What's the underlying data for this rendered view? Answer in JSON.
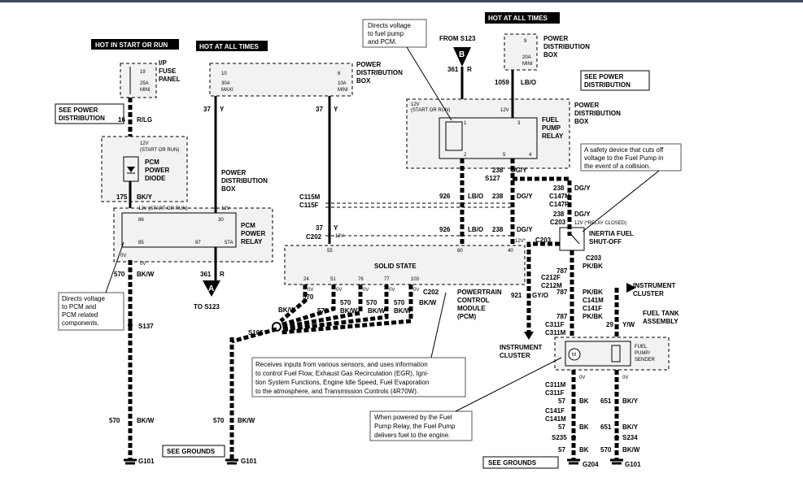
{
  "headers": {
    "hot_start_run": "HOT IN START OR RUN",
    "hot_all_times_left": "HOT AT ALL TIMES",
    "hot_all_times_right": "HOT AT ALL TIMES"
  },
  "fuses": {
    "ip_fuse": {
      "num": "19",
      "rating": "25A",
      "type": "MINI",
      "label1": "I/P",
      "label2": "FUSE",
      "label3": "PANEL"
    },
    "maxi": {
      "num": "10",
      "rating": "30A",
      "type": "MAXI"
    },
    "mini6": {
      "num": "6",
      "rating": "10A",
      "type": "MINI"
    },
    "mini9": {
      "num": "9",
      "rating": "20A",
      "type": "MINI"
    },
    "pdb_label1": "POWER",
    "pdb_label2": "DISTRIBUTION",
    "pdb_label3": "BOX"
  },
  "see_power_left": [
    "SEE POWER",
    "DISTRIBUTION"
  ],
  "see_power_right": [
    "SEE POWER",
    "DISTRIBUTION"
  ],
  "wires": {
    "w16": "16",
    "w16c": "R/LG",
    "w37a": "37",
    "w37ac": "Y",
    "w37b": "37",
    "w37bc": "Y",
    "w175": "175",
    "w175c": "BK/Y",
    "w361a": "361",
    "w361ac": "R",
    "w361b": "361",
    "w361bc": "R",
    "w570a": "570",
    "w570ac": "BK/W",
    "w570b": "570",
    "w570bc": "BK/W",
    "w570c": "570",
    "w570cc": "BK/W",
    "w1059": "1059",
    "w1059c": "LB/O",
    "w238a": "238",
    "w238ac": "DG/Y",
    "w238b": "238",
    "w238bc": "DG/Y",
    "w238c": "238",
    "w238cc": "DG/Y",
    "w238d": "238",
    "w238dc": "DG/Y",
    "w238e": "238",
    "w238ec": "DG/Y",
    "w238f": "238",
    "w238fc": "DG/Y",
    "w926a": "926",
    "w926ac": "LB/O",
    "w926b": "926",
    "w926bc": "LB/O",
    "w37c": "37",
    "w37cc": "Y",
    "w921": "921",
    "w921c": "GY/O",
    "w787a": "787",
    "w787ac": "PK/BK",
    "w787b": "787",
    "w787bc": "PK/BK",
    "w787c": "787",
    "w787cc": "PK/BK",
    "w29": "29",
    "w29c": "Y/W",
    "w57a": "57",
    "w57ac": "BK",
    "w57b": "57",
    "w57bc": "BK",
    "w57c": "57",
    "w57cc": "BK",
    "w651a": "651",
    "w651ac": "BK/Y",
    "w651b": "651",
    "w651bc": "BK/Y",
    "w570d": "570",
    "w570dc": "BK/W",
    "w570e": "570",
    "w570ec": "BK/W"
  },
  "pcm_relay": {
    "title1": "PCM",
    "title2": "POWER",
    "title3": "RELAY",
    "p86": "86",
    "p30": "30",
    "p85": "85",
    "p87": "87",
    "p57a": "57A",
    "v12": "12V (START OR RUN)",
    "v12b": "12V",
    "v0a": "0V",
    "v0b": "0V"
  },
  "pcm_diode": {
    "t1": "PCM",
    "t2": "POWER",
    "t3": "DIODE",
    "v12": "12V",
    "v12s": "(START OR RUN)"
  },
  "fuel_relay": {
    "t1": "FUEL",
    "t2": "PUMP",
    "t3": "RELAY",
    "v12": "12V",
    "v12s": "(START OR RUN)",
    "v12b": "12V",
    "p1": "1",
    "p2": "2",
    "p3": "3",
    "p4": "4",
    "p5": "5"
  },
  "connectors": {
    "from_s123": "FROM S123",
    "b": "B",
    "a": "A",
    "to_s123": "TO S123",
    "c115m": "C115M",
    "c115f": "C115F",
    "c202a": "C202",
    "c202b": "C202",
    "s127": "S127",
    "c147m": "C147M",
    "c147f": "C147F",
    "c203a": "C203",
    "c203b": "C203",
    "c203c": "C203",
    "c212f": "C212F",
    "c212m": "C212M",
    "c141m": "C141M",
    "c141f": "C141F",
    "c311f": "C311F",
    "c311m": "C311M",
    "c311m2": "C311M",
    "c311f2": "C311F",
    "c141f2": "C141F",
    "c141m2": "C141M",
    "s235": "S235",
    "s234": "S234",
    "s137": "S137",
    "s105": "S105",
    "g101a": "G101",
    "g101b": "G101",
    "g204": "G204",
    "g101c": "G101",
    "v12_relay_closed": "12V (*RELAY CLOSED)",
    "v12star": "12V*",
    "v12c": "12V"
  },
  "pcm": {
    "title": "SOLID STATE",
    "p55": "55",
    "p80": "80",
    "p40": "40",
    "p24": "24",
    "p51": "51",
    "p76": "76",
    "p77": "77",
    "p103": "103",
    "label1": "POWERTRAIN",
    "label2": "CONTROL",
    "label3": "MODULE",
    "label4": "(PCM)"
  },
  "inertia": {
    "t1": "INERTIA FUEL",
    "t2": "SHUT-OFF"
  },
  "instrument_cluster_left": [
    "INSTRUMENT",
    "CLUSTER"
  ],
  "instrument_cluster_right": [
    "INSTRUMENT",
    "CLUSTER"
  ],
  "fuel_tank": [
    "FUEL TANK",
    "ASSEMBLY"
  ],
  "sender": {
    "m": "M",
    "t1": "FUEL",
    "t2": "PUMP/",
    "t3": "SENDER"
  },
  "see_grounds_left": "SEE GROUNDS",
  "see_grounds_right": "SEE GROUNDS",
  "notes": {
    "directs_fuel": [
      "Directs voltage",
      "to fuel pump",
      "and PCM."
    ],
    "safety": [
      "A safety device that cuts off",
      "voltage to the Fuel Pump in",
      "the event of a collision."
    ],
    "directs_pcm": [
      "Directs voltage",
      "to PCM and",
      "PCM related",
      "components."
    ],
    "receives": [
      "Receives inputs from various sensors, and uses information",
      "to control Fuel Flow, Exhaust Gas Recirculation (EGR), Igni-",
      "tion System Functions, Engine Idle Speed, Fuel Evaporation",
      "to the atmosphere, and Transmission Controls (4R70W)."
    ],
    "when_powered": [
      "When powered by the Fuel",
      "Pump Relay, the Fuel Pump",
      "delivers fuel to the engine."
    ]
  }
}
